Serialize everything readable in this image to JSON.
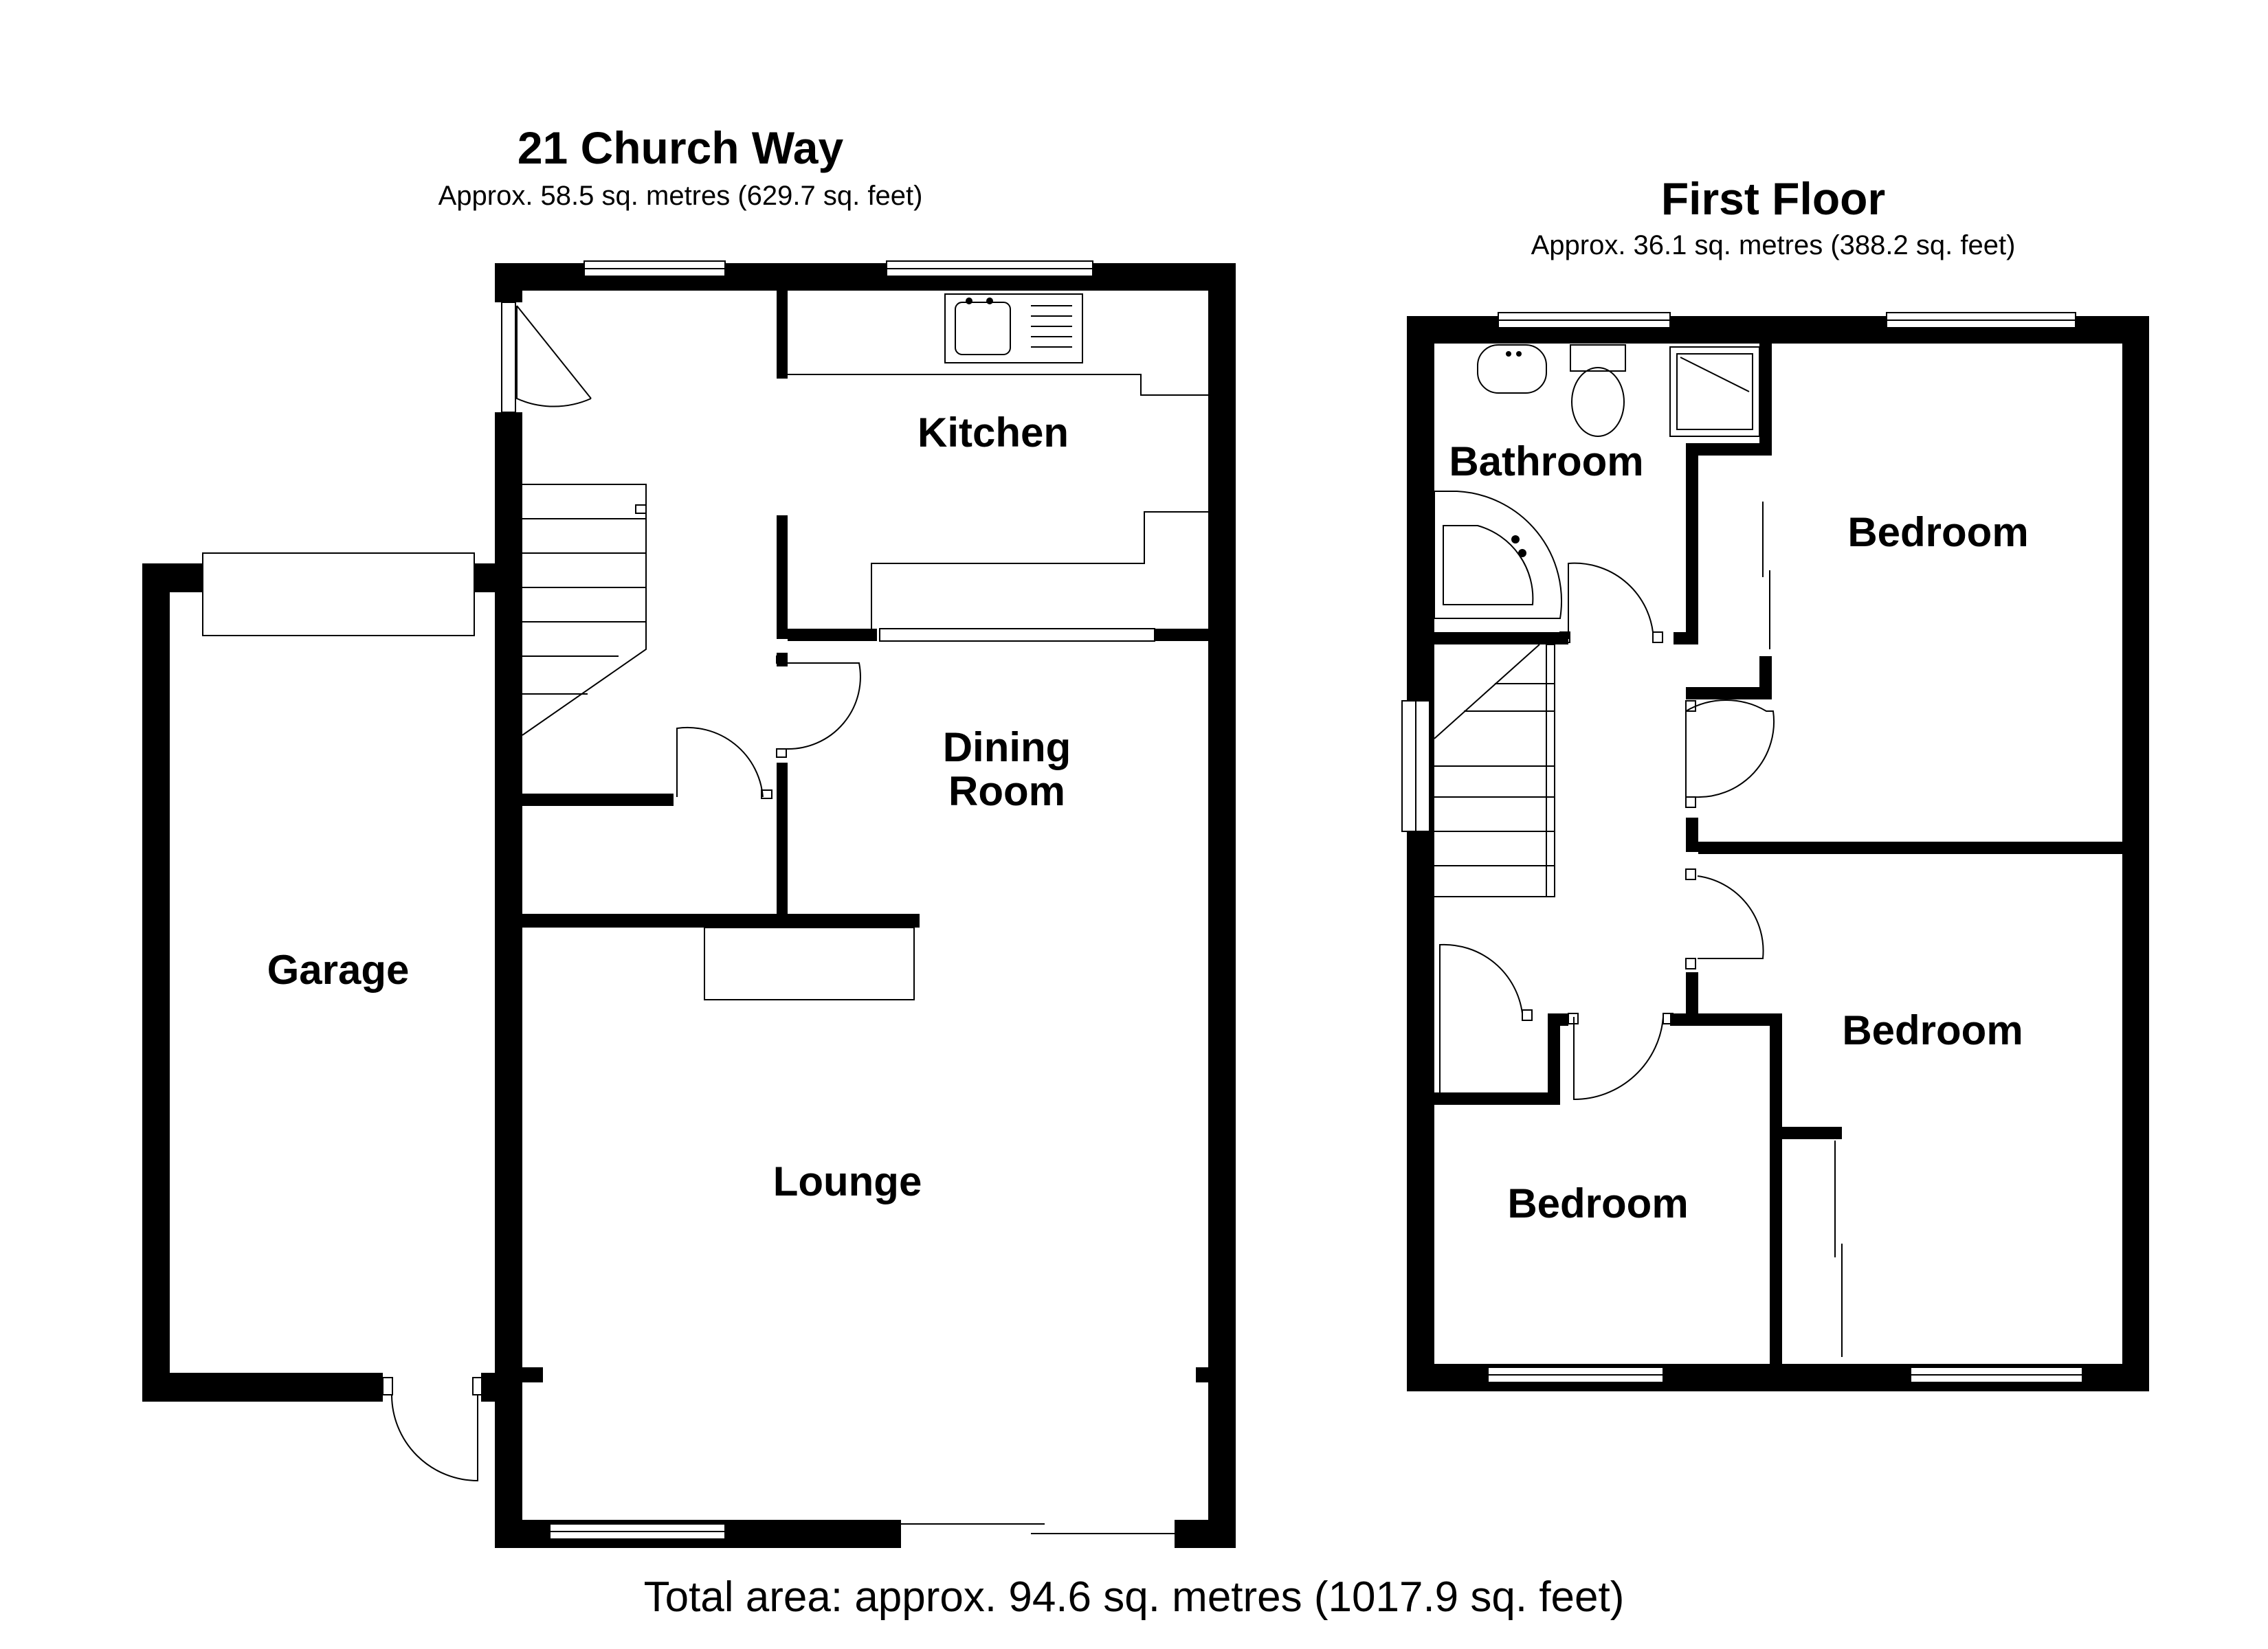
{
  "ground_floor": {
    "title": "21 Church Way",
    "area": "Approx. 58.5 sq. metres (629.7 sq. feet)",
    "rooms": {
      "kitchen": "Kitchen",
      "dining_line1": "Dining",
      "dining_line2": "Room",
      "garage": "Garage",
      "lounge": "Lounge"
    }
  },
  "first_floor": {
    "title": "First Floor",
    "area": "Approx. 36.1 sq. metres (388.2 sq. feet)",
    "rooms": {
      "bathroom": "Bathroom",
      "bedroom_1": "Bedroom",
      "bedroom_2": "Bedroom",
      "bedroom_3": "Bedroom"
    }
  },
  "total_area": "Total area: approx. 94.6 sq. metres (1017.9 sq. feet)"
}
